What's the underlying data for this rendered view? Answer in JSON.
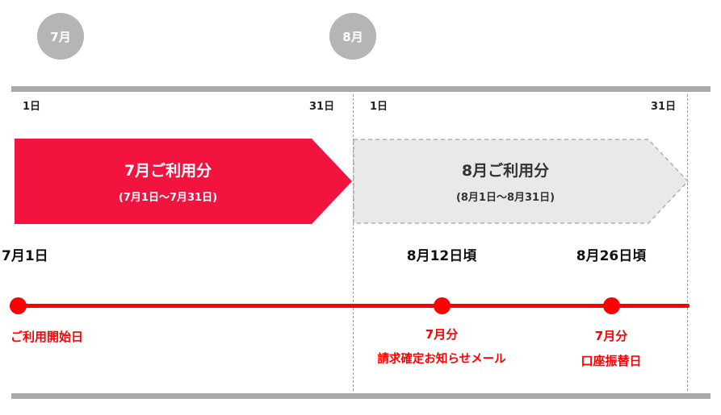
{
  "months": [
    {
      "label": "7月"
    },
    {
      "label": "8月"
    }
  ],
  "axis_labels": [
    "1日",
    "31日",
    "1日",
    "31日"
  ],
  "banners": [
    {
      "title": "7月ご利用分",
      "subtitle": "(7月1日～7月31日)"
    },
    {
      "title": "8月ご利用分",
      "subtitle": "(8月1日～8月31日)"
    }
  ],
  "events": [
    {
      "date": "7月1日",
      "lines": [
        "ご利用開始日"
      ]
    },
    {
      "date": "8月12日頃",
      "lines": [
        "7月分",
        "請求確定お知らせメール"
      ]
    },
    {
      "date": "8月26日頃",
      "lines": [
        "7月分",
        "口座振替日"
      ]
    }
  ],
  "colors": {
    "banner_red": "#f2133f",
    "timeline_red": "#ff0000",
    "label_red": "#ff0000",
    "gray_fill": "#e9e9e9",
    "gray_stroke": "#b0b0b0",
    "bar_gray": "#a9a9a9",
    "circle_gray": "#b5b5b5",
    "dashed_gray": "#9b9b9b",
    "text_dark": "#333333"
  }
}
